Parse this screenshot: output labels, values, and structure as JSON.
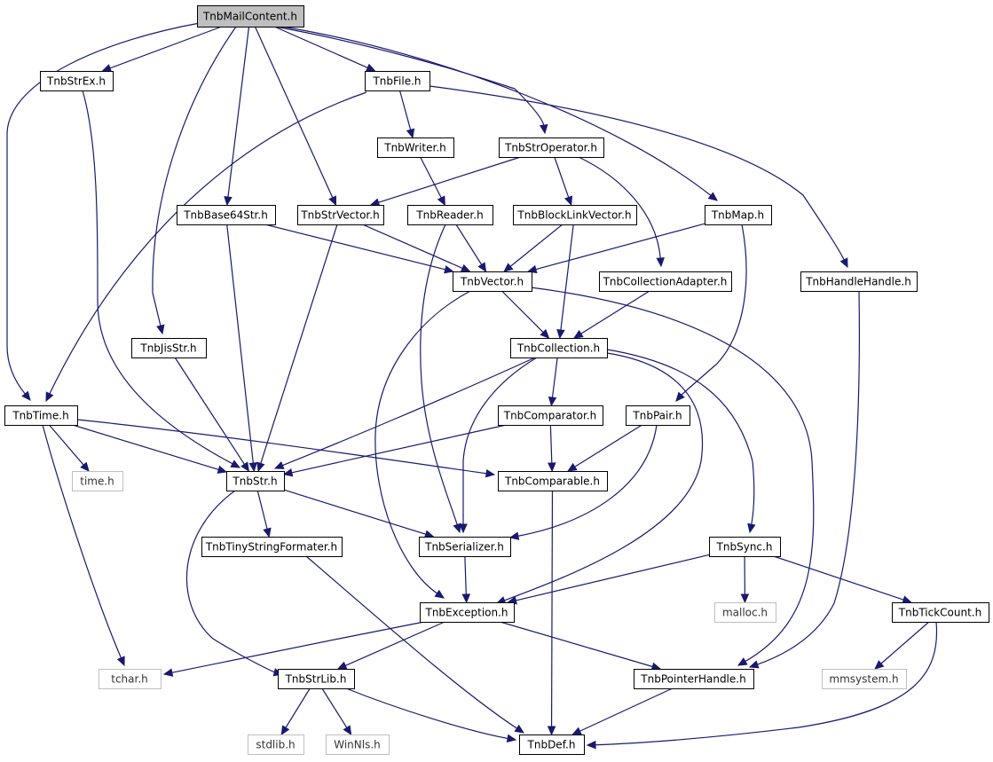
{
  "diagram": {
    "root": "TnbMailContent.h",
    "nodes": [
      {
        "id": "mail",
        "label": "TnbMailContent.h",
        "kind": "root"
      },
      {
        "id": "strex",
        "label": "TnbStrEx.h",
        "kind": "local"
      },
      {
        "id": "file",
        "label": "TnbFile.h",
        "kind": "local"
      },
      {
        "id": "writer",
        "label": "TnbWriter.h",
        "kind": "local"
      },
      {
        "id": "strop",
        "label": "TnbStrOperator.h",
        "kind": "local"
      },
      {
        "id": "b64",
        "label": "TnbBase64Str.h",
        "kind": "local"
      },
      {
        "id": "strvec",
        "label": "TnbStrVector.h",
        "kind": "local"
      },
      {
        "id": "reader",
        "label": "TnbReader.h",
        "kind": "local"
      },
      {
        "id": "blvec",
        "label": "TnbBlockLinkVector.h",
        "kind": "local"
      },
      {
        "id": "map",
        "label": "TnbMap.h",
        "kind": "local"
      },
      {
        "id": "vector",
        "label": "TnbVector.h",
        "kind": "local"
      },
      {
        "id": "colladapt",
        "label": "TnbCollectionAdapter.h",
        "kind": "local"
      },
      {
        "id": "hhandle",
        "label": "TnbHandleHandle.h",
        "kind": "local"
      },
      {
        "id": "jis",
        "label": "TnbJisStr.h",
        "kind": "local"
      },
      {
        "id": "coll",
        "label": "TnbCollection.h",
        "kind": "local"
      },
      {
        "id": "time",
        "label": "TnbTime.h",
        "kind": "local"
      },
      {
        "id": "comparator",
        "label": "TnbComparator.h",
        "kind": "local"
      },
      {
        "id": "pair",
        "label": "TnbPair.h",
        "kind": "local"
      },
      {
        "id": "timeh",
        "label": "time.h",
        "kind": "system"
      },
      {
        "id": "str",
        "label": "TnbStr.h",
        "kind": "local"
      },
      {
        "id": "comparable",
        "label": "TnbComparable.h",
        "kind": "local"
      },
      {
        "id": "tsf",
        "label": "TnbTinyStringFormater.h",
        "kind": "local"
      },
      {
        "id": "serial",
        "label": "TnbSerializer.h",
        "kind": "local"
      },
      {
        "id": "sync",
        "label": "TnbSync.h",
        "kind": "local"
      },
      {
        "id": "exc",
        "label": "TnbException.h",
        "kind": "local"
      },
      {
        "id": "malloc",
        "label": "malloc.h",
        "kind": "system"
      },
      {
        "id": "tick",
        "label": "TnbTickCount.h",
        "kind": "local"
      },
      {
        "id": "tchar",
        "label": "tchar.h",
        "kind": "system"
      },
      {
        "id": "strlib",
        "label": "TnbStrLib.h",
        "kind": "local"
      },
      {
        "id": "ptrh",
        "label": "TnbPointerHandle.h",
        "kind": "local"
      },
      {
        "id": "mmsys",
        "label": "mmsystem.h",
        "kind": "system"
      },
      {
        "id": "stdlib",
        "label": "stdlib.h",
        "kind": "system"
      },
      {
        "id": "winnls",
        "label": "WinNls.h",
        "kind": "system"
      },
      {
        "id": "def",
        "label": "TnbDef.h",
        "kind": "local"
      }
    ],
    "edges": [
      [
        "mail",
        "strex"
      ],
      [
        "mail",
        "file"
      ],
      [
        "mail",
        "strop"
      ],
      [
        "mail",
        "map"
      ],
      [
        "mail",
        "b64"
      ],
      [
        "mail",
        "strvec"
      ],
      [
        "mail",
        "jis"
      ],
      [
        "mail",
        "time"
      ],
      [
        "strex",
        "str"
      ],
      [
        "file",
        "writer"
      ],
      [
        "file",
        "time"
      ],
      [
        "file",
        "hhandle"
      ],
      [
        "writer",
        "reader"
      ],
      [
        "strop",
        "strvec"
      ],
      [
        "strop",
        "blvec"
      ],
      [
        "strop",
        "colladapt"
      ],
      [
        "b64",
        "vector"
      ],
      [
        "b64",
        "str"
      ],
      [
        "strvec",
        "vector"
      ],
      [
        "strvec",
        "str"
      ],
      [
        "reader",
        "vector"
      ],
      [
        "reader",
        "serial"
      ],
      [
        "blvec",
        "vector"
      ],
      [
        "blvec",
        "coll"
      ],
      [
        "map",
        "vector"
      ],
      [
        "map",
        "pair"
      ],
      [
        "vector",
        "coll"
      ],
      [
        "vector",
        "exc"
      ],
      [
        "vector",
        "ptrh"
      ],
      [
        "colladapt",
        "coll"
      ],
      [
        "hhandle",
        "ptrh"
      ],
      [
        "jis",
        "str"
      ],
      [
        "coll",
        "comparator"
      ],
      [
        "coll",
        "str"
      ],
      [
        "coll",
        "serial"
      ],
      [
        "coll",
        "exc"
      ],
      [
        "coll",
        "sync"
      ],
      [
        "time",
        "timeh"
      ],
      [
        "time",
        "str"
      ],
      [
        "time",
        "comparable"
      ],
      [
        "time",
        "tchar"
      ],
      [
        "comparator",
        "comparable"
      ],
      [
        "comparator",
        "str"
      ],
      [
        "pair",
        "comparable"
      ],
      [
        "pair",
        "serial"
      ],
      [
        "str",
        "tsf"
      ],
      [
        "str",
        "serial"
      ],
      [
        "str",
        "strlib"
      ],
      [
        "comparable",
        "def"
      ],
      [
        "tsf",
        "def"
      ],
      [
        "serial",
        "exc"
      ],
      [
        "sync",
        "exc"
      ],
      [
        "sync",
        "malloc"
      ],
      [
        "sync",
        "tick"
      ],
      [
        "exc",
        "tchar"
      ],
      [
        "exc",
        "strlib"
      ],
      [
        "exc",
        "ptrh"
      ],
      [
        "tick",
        "mmsys"
      ],
      [
        "tick",
        "def"
      ],
      [
        "strlib",
        "stdlib"
      ],
      [
        "strlib",
        "winnls"
      ],
      [
        "strlib",
        "def"
      ],
      [
        "ptrh",
        "def"
      ]
    ]
  }
}
